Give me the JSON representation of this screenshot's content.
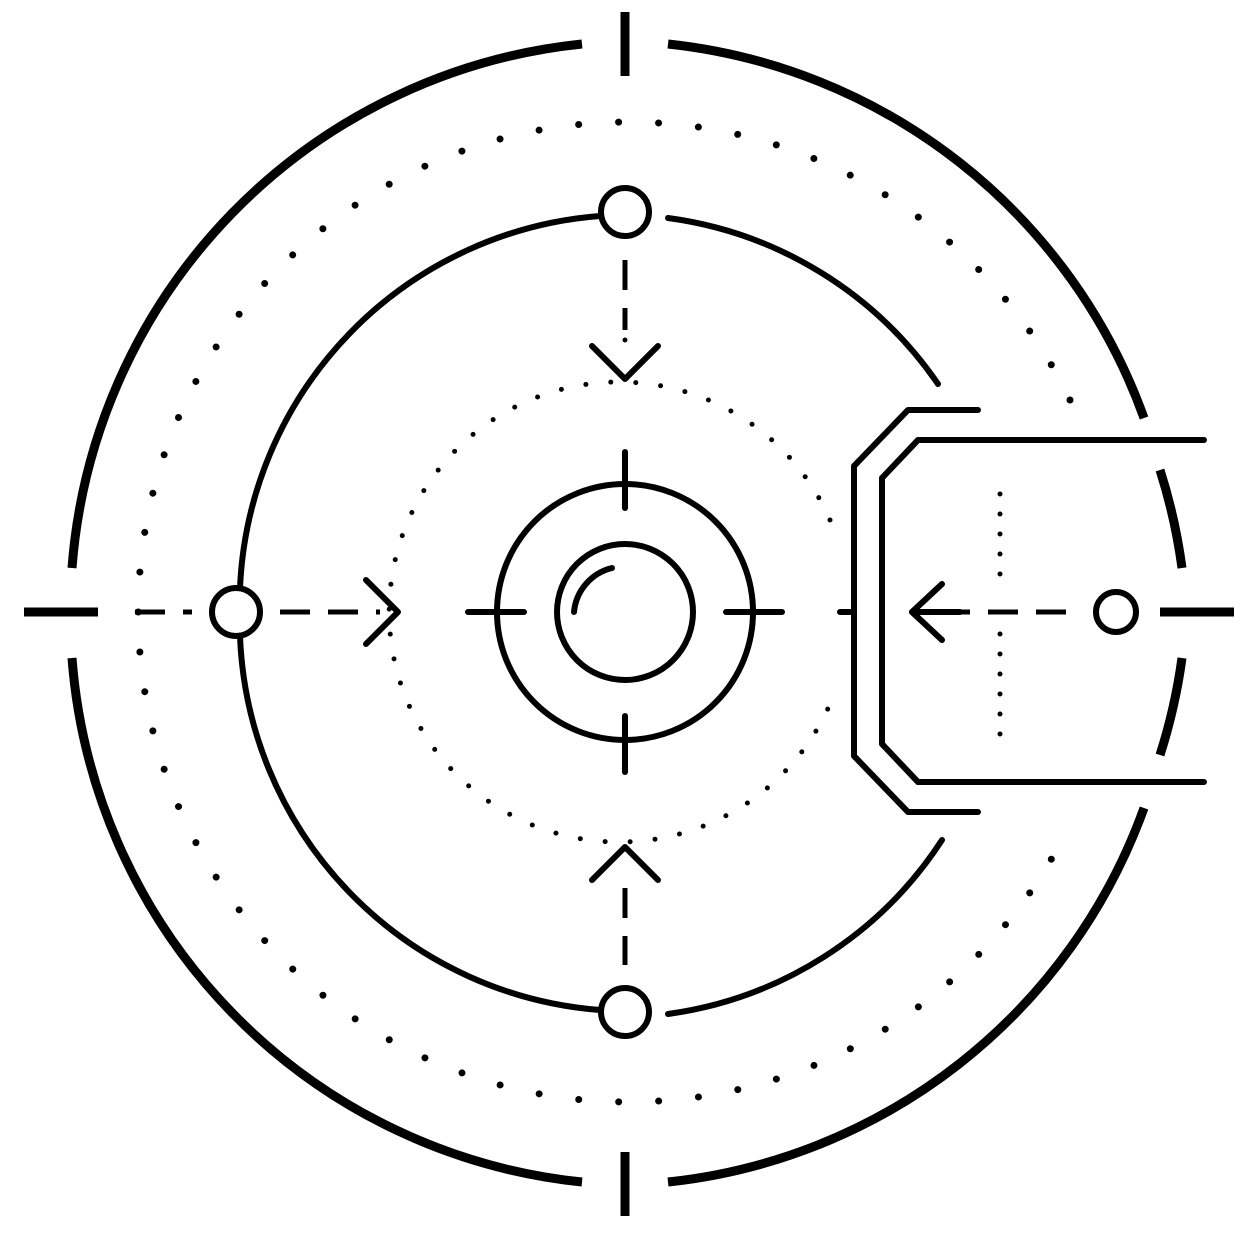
{
  "diagram": {
    "type": "targeting-reticle",
    "colors": {
      "stroke": "#000000",
      "background": "#ffffff"
    },
    "elements": [
      "outer-ring",
      "outer-dotted-ring",
      "middle-ring",
      "inner-dotted-ring",
      "target-ring",
      "center-lens",
      "node-top",
      "node-bottom",
      "node-left",
      "node-right",
      "right-bracket-panel"
    ],
    "icons": {
      "arrows": [
        "arrow-down-icon",
        "arrow-up-icon",
        "arrow-right-icon",
        "arrow-left-icon"
      ],
      "crosshair": "crosshair-icon",
      "lens": "lens-icon"
    }
  }
}
